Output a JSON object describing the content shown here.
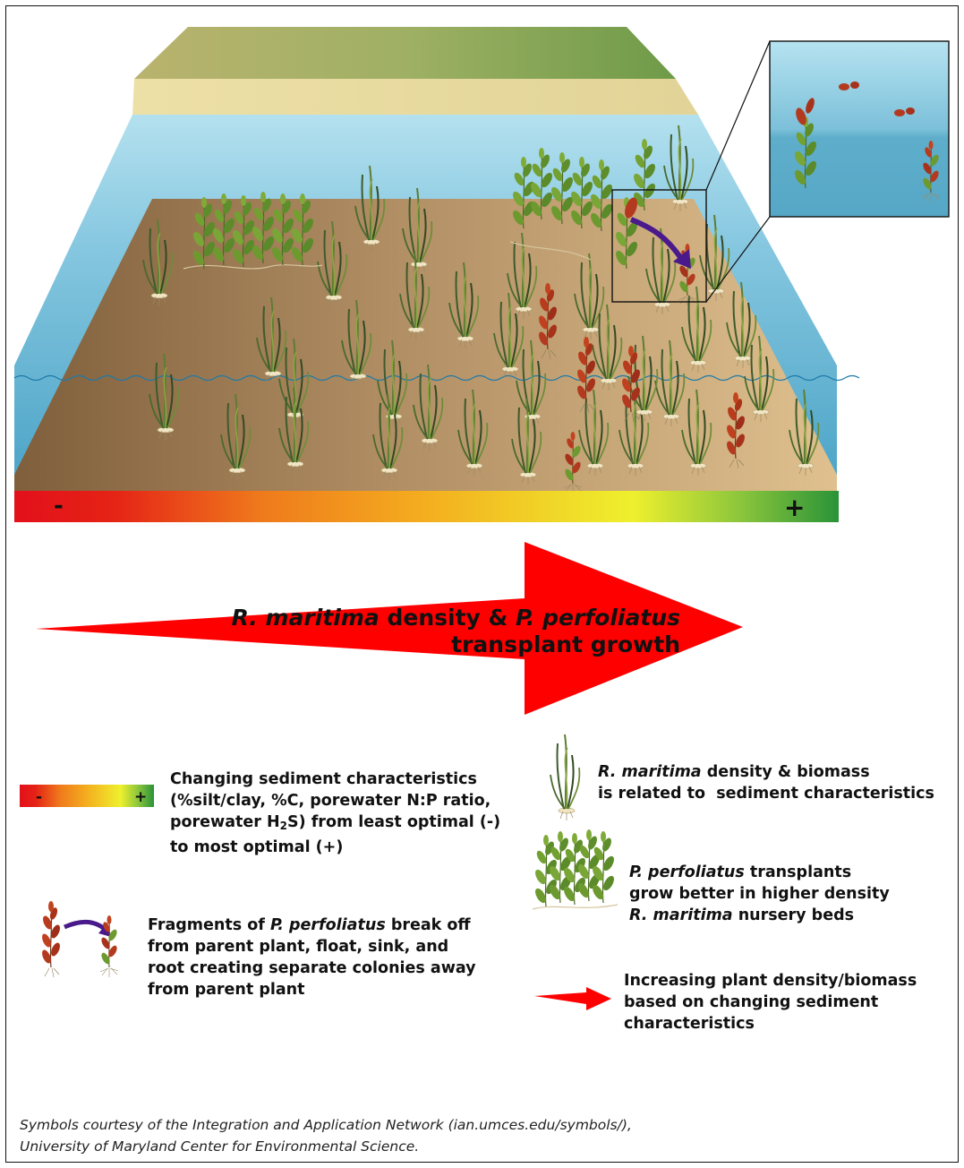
{
  "scale_bar": {
    "minus": "-",
    "plus": "+"
  },
  "main_arrow": {
    "line1_italic_a": "R. maritima",
    "line1_mid": " density & ",
    "line1_italic_b": "P. perfoliatus",
    "line2": "transplant growth"
  },
  "legend": {
    "sediment": {
      "minus": "-",
      "plus": "+",
      "l1": "Changing sediment characteristics",
      "l2": "(%silt/clay, %C, porewater N:P ratio,",
      "l3a": "porewater H",
      "l3sub": "2",
      "l3b": "S) from least optimal (-)",
      "l4": "to most optimal (+)"
    },
    "fragments": {
      "l1a": "Fragments of ",
      "l1it": "P. perfoliatus",
      "l1b": " break off",
      "l2": "from parent plant, float, sink, and",
      "l3": "root creating separate colonies away",
      "l4": "from parent plant"
    },
    "ruppia": {
      "l1it": "R. maritima",
      "l1b": " density & biomass",
      "l2": "is related to  sediment characteristics"
    },
    "transplants": {
      "l1it": "P. perfoliatus",
      "l1b": " transplants",
      "l2": "grow better in higher density",
      "l3it": "R. maritima",
      "l3b": " nursery beds"
    },
    "increasing": {
      "l1": "Increasing plant density/biomass",
      "l2": "based on changing sediment",
      "l3": "characteristics"
    }
  },
  "credits": {
    "l1": "Symbols courtesy of the Integration and Application Network (ian.umces.edu/symbols/),",
    "l2": "University of Maryland Center for Environmental Science."
  },
  "colors": {
    "water": "#7cc3df",
    "sediment_dark": "#8a6a45",
    "sediment_light": "#d8b889",
    "gradient_red": "#e3101a",
    "gradient_orange": "#f3961c",
    "gradient_yellow": "#f0eb2c",
    "gradient_green": "#2f9a3a",
    "arrow_red": "#ff0000",
    "fragment_arrow": "#4a1a8c"
  }
}
